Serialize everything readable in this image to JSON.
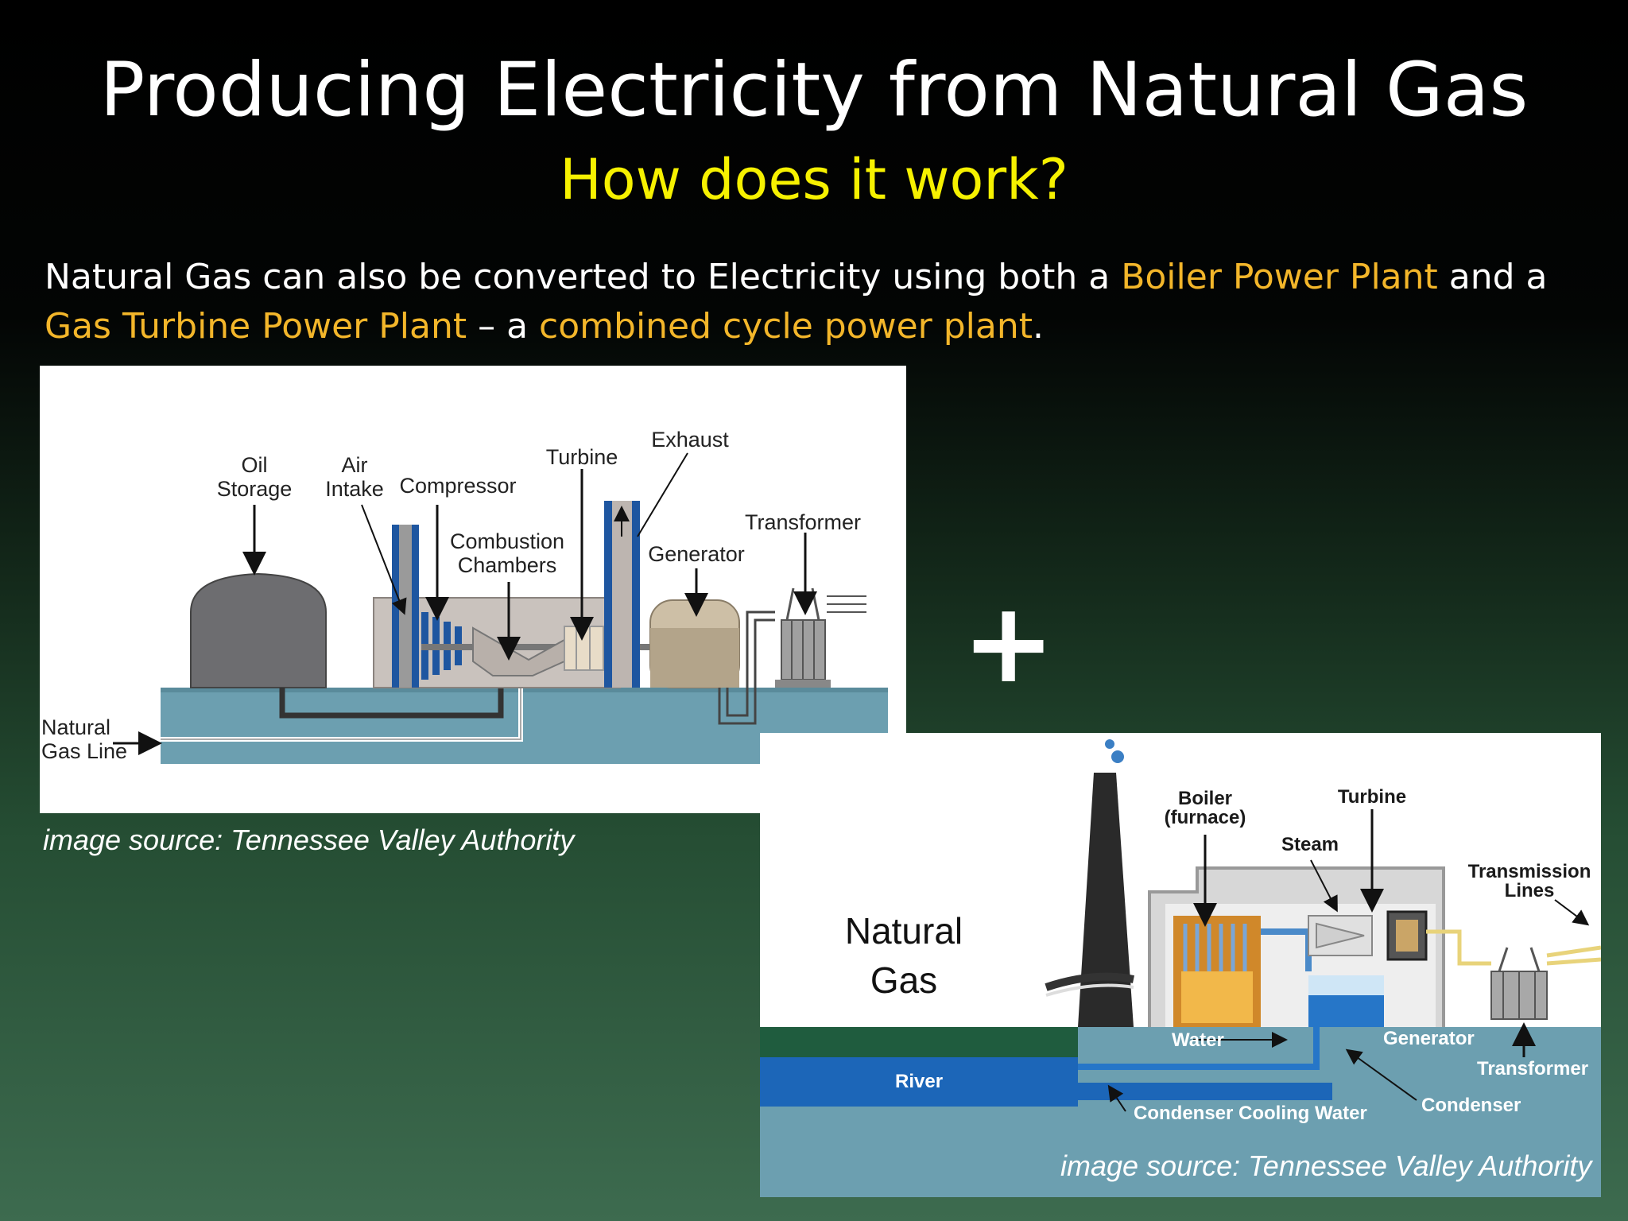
{
  "slide": {
    "title": "Producing Electricity from Natural Gas",
    "subtitle": "How does it work?",
    "body": {
      "t1": "Natural Gas can also be converted to Electricity using both a ",
      "h1": "Boiler Power Plant",
      "t2": " and a ",
      "h2": "Gas Turbine Power Plant",
      "t3": " – a ",
      "h3": "combined cycle power plant",
      "t4": "."
    },
    "plus": "+",
    "colors": {
      "highlight": "#f3b62a",
      "subtitle": "#f6f100"
    }
  },
  "gas_turbine_diagram": {
    "labels": {
      "oil1": "Oil",
      "oil2": "Storage",
      "air1": "Air",
      "air2": "Intake",
      "compressor": "Compressor",
      "comb1": "Combustion",
      "comb2": "Chambers",
      "turbine": "Turbine",
      "exhaust": "Exhaust",
      "generator": "Generator",
      "transformer": "Transformer",
      "gas1": "Natural",
      "gas2": "Gas Line"
    },
    "caption": "image source:  Tennessee Valley Authority"
  },
  "boiler_diagram": {
    "labels": {
      "boiler1": "Boiler",
      "boiler2": "(furnace)",
      "turbine": "Turbine",
      "steam": "Steam",
      "trans1": "Transmission",
      "trans2": "Lines",
      "water": "Water",
      "generator": "Generator",
      "transformer": "Transformer",
      "river": "River",
      "condenser": "Condenser",
      "cooling": "Condenser Cooling Water"
    },
    "natural_gas_1": "Natural",
    "natural_gas_2": "Gas",
    "caption": "image source:  Tennessee Valley Authority"
  }
}
